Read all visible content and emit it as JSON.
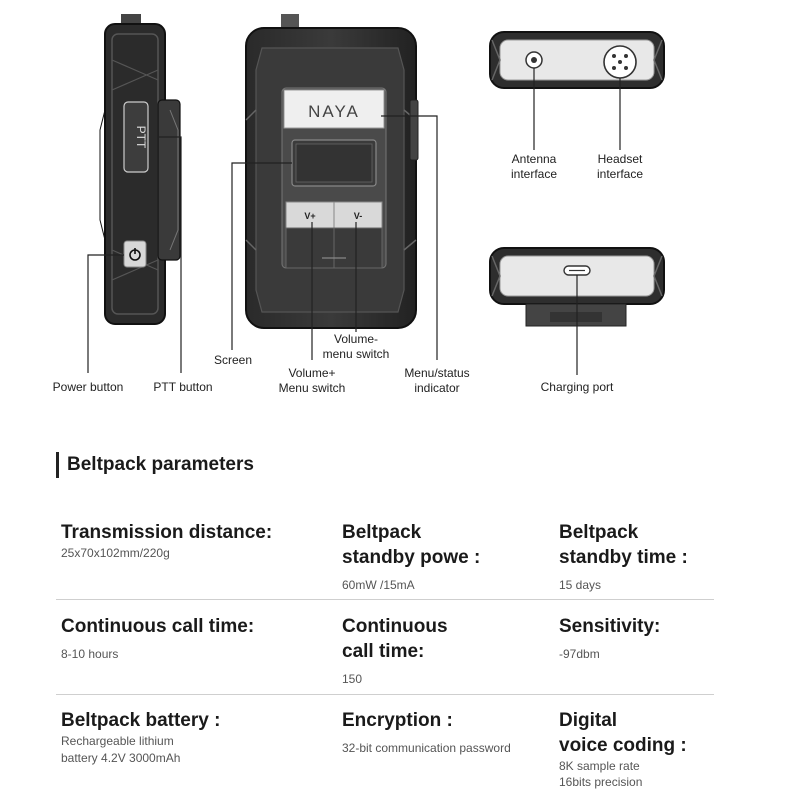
{
  "diagram": {
    "device_brand": "NAYA",
    "ptt_text": "PTT",
    "vol_plus_key": "V+",
    "vol_minus_key": "V-",
    "labels": {
      "power_button": "Power button",
      "ptt_button": "PTT button",
      "screen": "Screen",
      "volume_plus_line1": "Volume+",
      "volume_plus_line2": "Menu switch",
      "volume_minus_line1": "Volume-",
      "volume_minus_line2": "menu switch",
      "menu_status_line1": "Menu/status",
      "menu_status_line2": "indicator",
      "antenna_line1": "Antenna",
      "antenna_line2": "interface",
      "headset_line1": "Headset",
      "headset_line2": "interface",
      "charging_port": "Charging port"
    }
  },
  "section": {
    "title": "Beltpack parameters"
  },
  "params": [
    {
      "label_lines": [
        "Transmission distance:"
      ],
      "value_lines": [
        "25x70x102mm/220g"
      ]
    },
    {
      "label_lines": [
        "Beltpack",
        "standby powe :"
      ],
      "value_lines": [
        "60mW /15mA"
      ]
    },
    {
      "label_lines": [
        "Beltpack",
        "standby time :"
      ],
      "value_lines": [
        "15 days"
      ]
    },
    {
      "label_lines": [
        "Continuous call time:"
      ],
      "value_lines": [
        "8-10 hours"
      ]
    },
    {
      "label_lines": [
        "Continuous",
        "call time:"
      ],
      "value_lines": [
        "150"
      ]
    },
    {
      "label_lines": [
        "Sensitivity:"
      ],
      "value_lines": [
        "-97dbm"
      ]
    },
    {
      "label_lines": [
        "Beltpack battery :"
      ],
      "value_lines": [
        "Rechargeable lithium",
        "battery 4.2V 3000mAh"
      ]
    },
    {
      "label_lines": [
        "Encryption :"
      ],
      "value_lines": [
        "32-bit communication password"
      ]
    },
    {
      "label_lines": [
        "Digital",
        "voice coding :"
      ],
      "value_lines": [
        "8K sample rate",
        "16bits precision"
      ]
    }
  ]
}
